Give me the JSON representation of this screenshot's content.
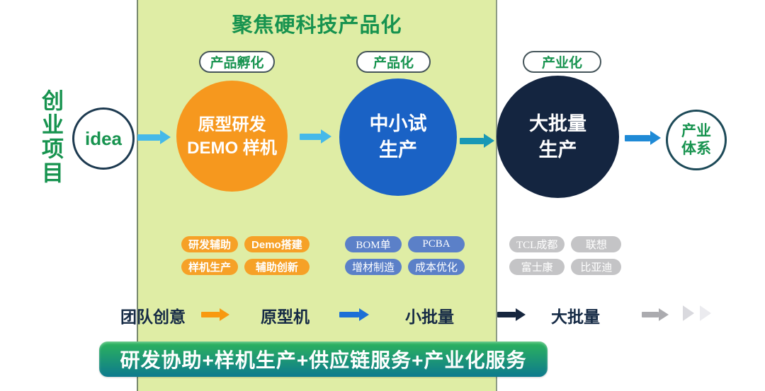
{
  "title": "聚焦硬科技产品化",
  "left": {
    "vertical_label": "创业项目",
    "idea_label": "idea"
  },
  "output": {
    "line1": "产业",
    "line2": "体系"
  },
  "stages": [
    {
      "pill": "产品孵化",
      "circle": {
        "line1": "原型研发",
        "line2": "DEMO 样机"
      },
      "tags": [
        "研发辅助",
        "Demo搭建",
        "样机生产",
        "辅助创新"
      ]
    },
    {
      "pill": "产品化",
      "circle": {
        "line1": "中小试",
        "line2": "生产"
      },
      "tags": [
        "BOM单",
        "PCBA",
        "增材制造",
        "成本优化"
      ]
    },
    {
      "pill": "产业化",
      "circle": {
        "line1": "大批量",
        "line2": "生产"
      },
      "tags": [
        "TCL成都",
        "联想",
        "富士康",
        "比亚迪"
      ]
    }
  ],
  "flow": {
    "steps": [
      "团队创意",
      "原型机",
      "小批量",
      "大批量"
    ]
  },
  "banner": "研发协助+样机生产+供应链服务+产业化服务",
  "colors": {
    "panel_bg": "#DFEDA5",
    "green_text": "#17934F",
    "circle_orange": "#F6981E",
    "circle_blue": "#1A62C5",
    "circle_navy": "#142540",
    "arrow_sky": "#45B9E9",
    "arrow_teal": "#1898B5",
    "arrow_blue": "#1F8AD6",
    "flow_arrow_orange": "#F8990F",
    "flow_arrow_blue": "#1C6FD6",
    "flow_arrow_navy": "#16263E",
    "flow_arrow_gray": "#ABABAF",
    "chevron_light": "#D9D9DE",
    "chevron_lighter": "#EBEBEF",
    "tag_orange": "#F6A127",
    "tag_blue": "#5B80C8",
    "tag_gray": "#C4C4C6",
    "banner_top": "#2DB45C",
    "banner_bottom": "#0D7A8D",
    "flow_text": "#152A45"
  }
}
